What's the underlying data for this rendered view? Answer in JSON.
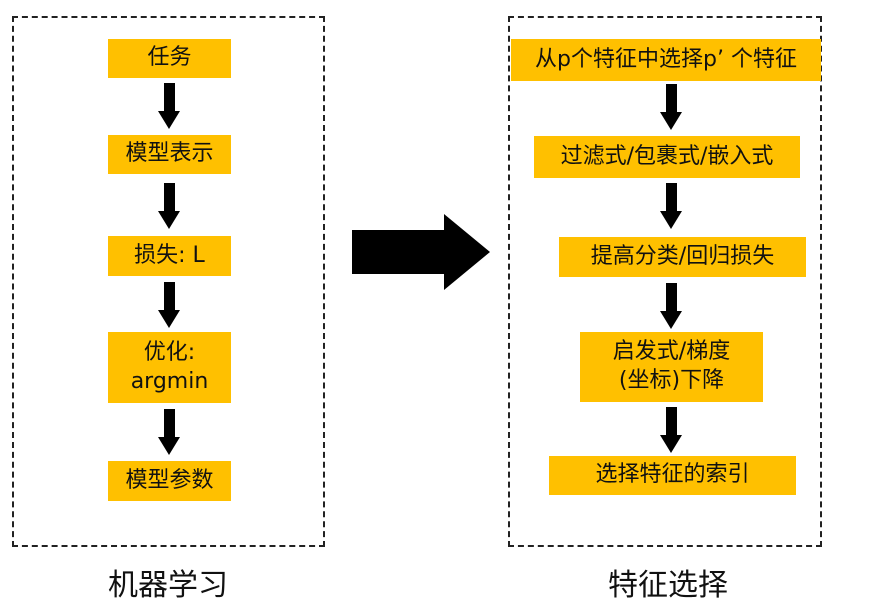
{
  "left_panel": {
    "steps": [
      "任务",
      "模型表示",
      "损失: L"
    ],
    "optim_line1": "优化:",
    "optim_line2": "argmin",
    "params": "模型参数",
    "caption": "机器学习"
  },
  "right_panel": {
    "steps": [
      "从p个特征中选择p’ 个特征",
      "过滤式/包裹式/嵌入式",
      "提高分类/回归损失"
    ],
    "search_line1": "启发式/梯度",
    "search_line2": "(坐标)下降",
    "output": "选择特征的索引",
    "caption": "特征选择"
  },
  "colors": {
    "box_fill": "#ffc000",
    "arrow": "#000000",
    "border": "#222222"
  },
  "icons": {
    "step_arrow": "arrow-down-icon",
    "transform_arrow": "arrow-right-icon"
  }
}
